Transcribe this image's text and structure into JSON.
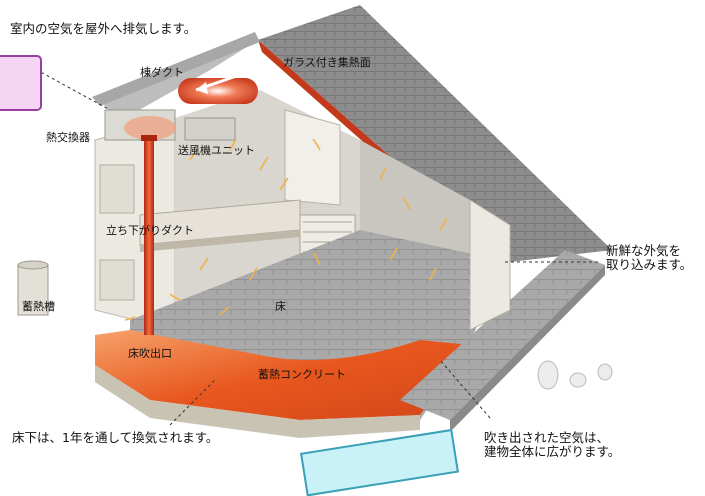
{
  "labels": {
    "exhaust": "室内の空気を屋外へ排気します。",
    "ridge_duct": "棟ダクト",
    "glass_collector": "ガラス付き集熱面",
    "heat_exchanger": "熱交換器",
    "fan_unit": "送風機ユニット",
    "down_duct": "立ち下がりダクト",
    "heat_tank": "蓄熱槽",
    "floor": "床",
    "floor_outlet": "床吹出口",
    "heat_concrete": "蓄熱コンクリート",
    "underfloor": "床下は、1年を通して換気されます。",
    "fresh_air": "新鮮な外気を\n取り込みます。",
    "blown_air": "吹き出された空気は、\n建物全体に広がります。"
  },
  "colors": {
    "roof": "#8f8f8f",
    "wall": "#e9e6df",
    "duct": "#e0421f",
    "concrete": "#e8571e",
    "highlight_pink": "#f6d4f4",
    "highlight_cyan": "#c8f2f7"
  }
}
